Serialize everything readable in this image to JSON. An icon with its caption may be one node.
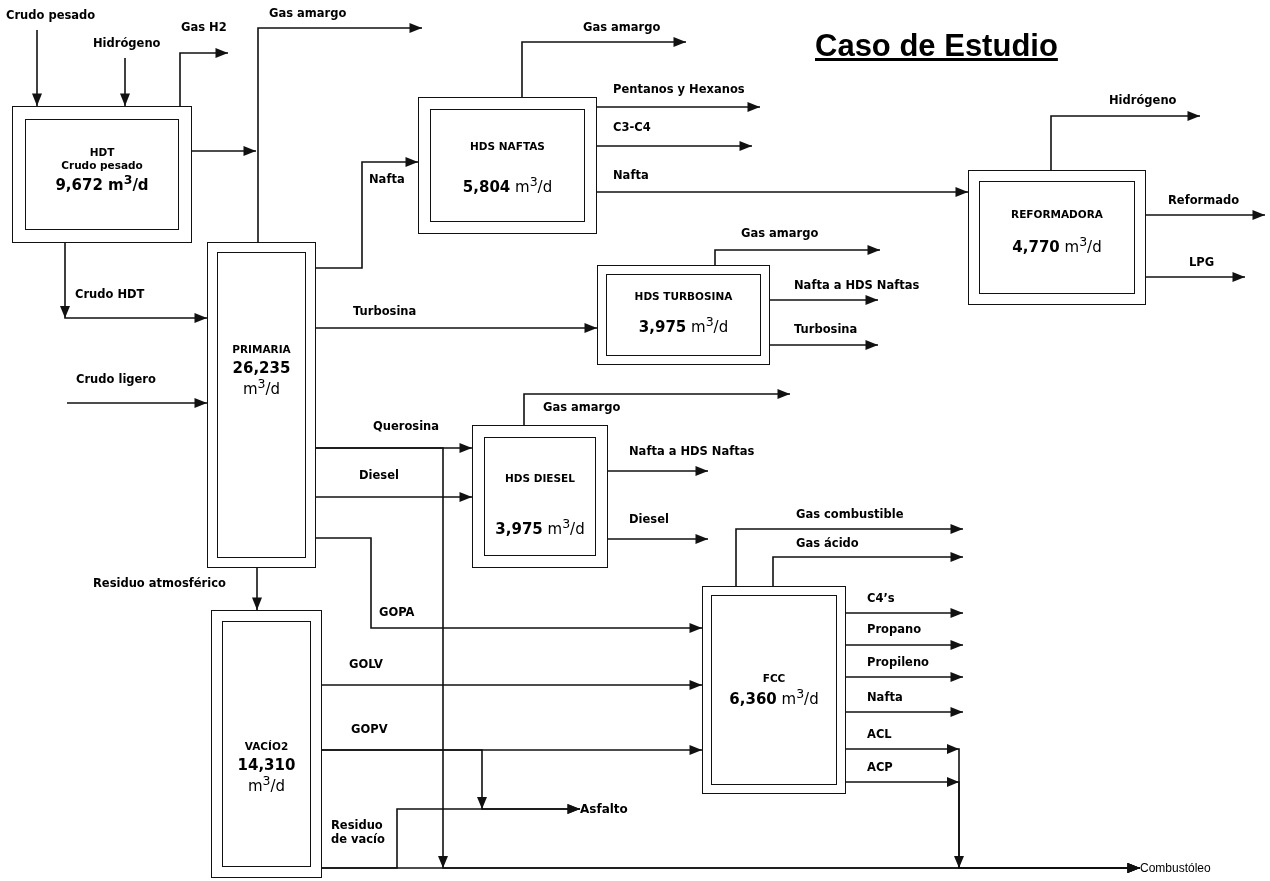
{
  "diagram": {
    "title": "Caso de Estudio",
    "nodes": [
      {
        "text": [
          "HDT",
          "Crudo pesado",
          "9,672 m$^{3}$/d"
        ]
      },
      {
        "text": [
          "PRIMARIA",
          "**26,235** m$^{3}$/d"
        ]
      },
      {
        "text": [
          "HDS NAFTAS",
          "**5,804** m$^{3}$/d"
        ]
      },
      {
        "text": [
          "HDS TURBOSINA",
          "**3,975** m$^{3}$/d"
        ]
      },
      {
        "text": [
          "HDS DIESEL",
          "**3,975** m$^{3}$/d"
        ]
      },
      {
        "text": [
          "REFORMADORA",
          "**4,770** m$^{3}$/d"
        ]
      },
      {
        "text": [
          "VACÍO2",
          "**14,310** m$^{3}$/d"
        ]
      },
      {
        "text": [
          "FCC",
          "**6,360** m$^{3}$/d"
        ]
      },
      {
        "text": [
          "Asfalto"
        ]
      },
      {
        "text": [
          "Combustóleo"
        ]
      }
    ],
    "edges": [
      {
        "from": null,
        "to": 0,
        "arrow": "to",
        "label": "Crudo pesado"
      },
      {
        "from": null,
        "to": 0,
        "arrow": "to",
        "label": "Hidrógeno"
      },
      {
        "from": 0,
        "to": null,
        "arrow": "to",
        "label": "Gas H2"
      },
      {
        "from": 0,
        "to": null,
        "arrow": "to"
      },
      {
        "from": 1,
        "to": null,
        "arrow": "to",
        "label": "Gas amargo"
      },
      {
        "from": 0,
        "to": 1,
        "arrow": "to",
        "label": "Crudo HDT"
      },
      {
        "from": null,
        "to": 1,
        "arrow": "to",
        "label": "Crudo ligero"
      },
      {
        "from": 1,
        "to": 2,
        "arrow": "to",
        "label": "Nafta"
      },
      {
        "from": 1,
        "to": 3,
        "arrow": "to",
        "label": "Turbosina"
      },
      {
        "from": 1,
        "to": 4,
        "arrow": "to",
        "label": "Querosina"
      },
      {
        "from": 1,
        "to": 4,
        "arrow": "to",
        "label": "Diesel"
      },
      {
        "from": 1,
        "to": 6,
        "arrow": "to",
        "label": "Residuo atmosférico"
      },
      {
        "from": 1,
        "to": 7,
        "arrow": "to",
        "label": "GOPA"
      },
      {
        "from": 6,
        "to": 7,
        "arrow": "to",
        "label": "GOLV"
      },
      {
        "from": 6,
        "to": 7,
        "arrow": "to",
        "label": "GOPV"
      },
      {
        "from": 6,
        "to": 8,
        "arrow": "to"
      },
      {
        "from": 6,
        "to": 8,
        "arrow": "to",
        "label": "Residuo de vacío"
      },
      {
        "from": 6,
        "to": 9,
        "arrow": "to"
      },
      {
        "from": 1,
        "to": 9,
        "arrow": "to"
      },
      {
        "from": 2,
        "to": null,
        "arrow": "to",
        "label": "Gas amargo"
      },
      {
        "from": 2,
        "to": null,
        "arrow": "to",
        "label": "Pentanos y Hexanos"
      },
      {
        "from": 2,
        "to": null,
        "arrow": "to",
        "label": "C3-C4"
      },
      {
        "from": 2,
        "to": 5,
        "arrow": "to",
        "label": "Nafta"
      },
      {
        "from": 5,
        "to": null,
        "arrow": "to",
        "label": "Hidrógeno"
      },
      {
        "from": 5,
        "to": null,
        "arrow": "to",
        "label": "Reformado"
      },
      {
        "from": 5,
        "to": null,
        "arrow": "to",
        "label": "LPG"
      },
      {
        "from": 3,
        "to": null,
        "arrow": "to",
        "label": "Gas amargo"
      },
      {
        "from": 3,
        "to": null,
        "arrow": "to",
        "label": "Nafta a HDS Naftas"
      },
      {
        "from": 3,
        "to": null,
        "arrow": "to",
        "label": "Turbosina"
      },
      {
        "from": 4,
        "to": null,
        "arrow": "to",
        "label": "Gas amargo"
      },
      {
        "from": 4,
        "to": null,
        "arrow": "to",
        "label": "Nafta a HDS Naftas"
      },
      {
        "from": 4,
        "to": null,
        "arrow": "to",
        "label": "Diesel"
      },
      {
        "from": 7,
        "to": null,
        "arrow": "to",
        "label": "Gas combustible"
      },
      {
        "from": 7,
        "to": null,
        "arrow": "to",
        "label": "Gas ácido"
      },
      {
        "from": 7,
        "to": null,
        "arrow": "to",
        "label": "C4’s"
      },
      {
        "from": 7,
        "to": null,
        "arrow": "to",
        "label": "Propano"
      },
      {
        "from": 7,
        "to": null,
        "arrow": "to",
        "label": "Propileno"
      },
      {
        "from": 7,
        "to": null,
        "arrow": "to",
        "label": "Nafta"
      },
      {
        "from": 7,
        "to": 9,
        "arrow": "to",
        "label": "ACL"
      },
      {
        "from": 7,
        "to": 9,
        "arrow": "to",
        "label": "ACP"
      }
    ]
  }
}
